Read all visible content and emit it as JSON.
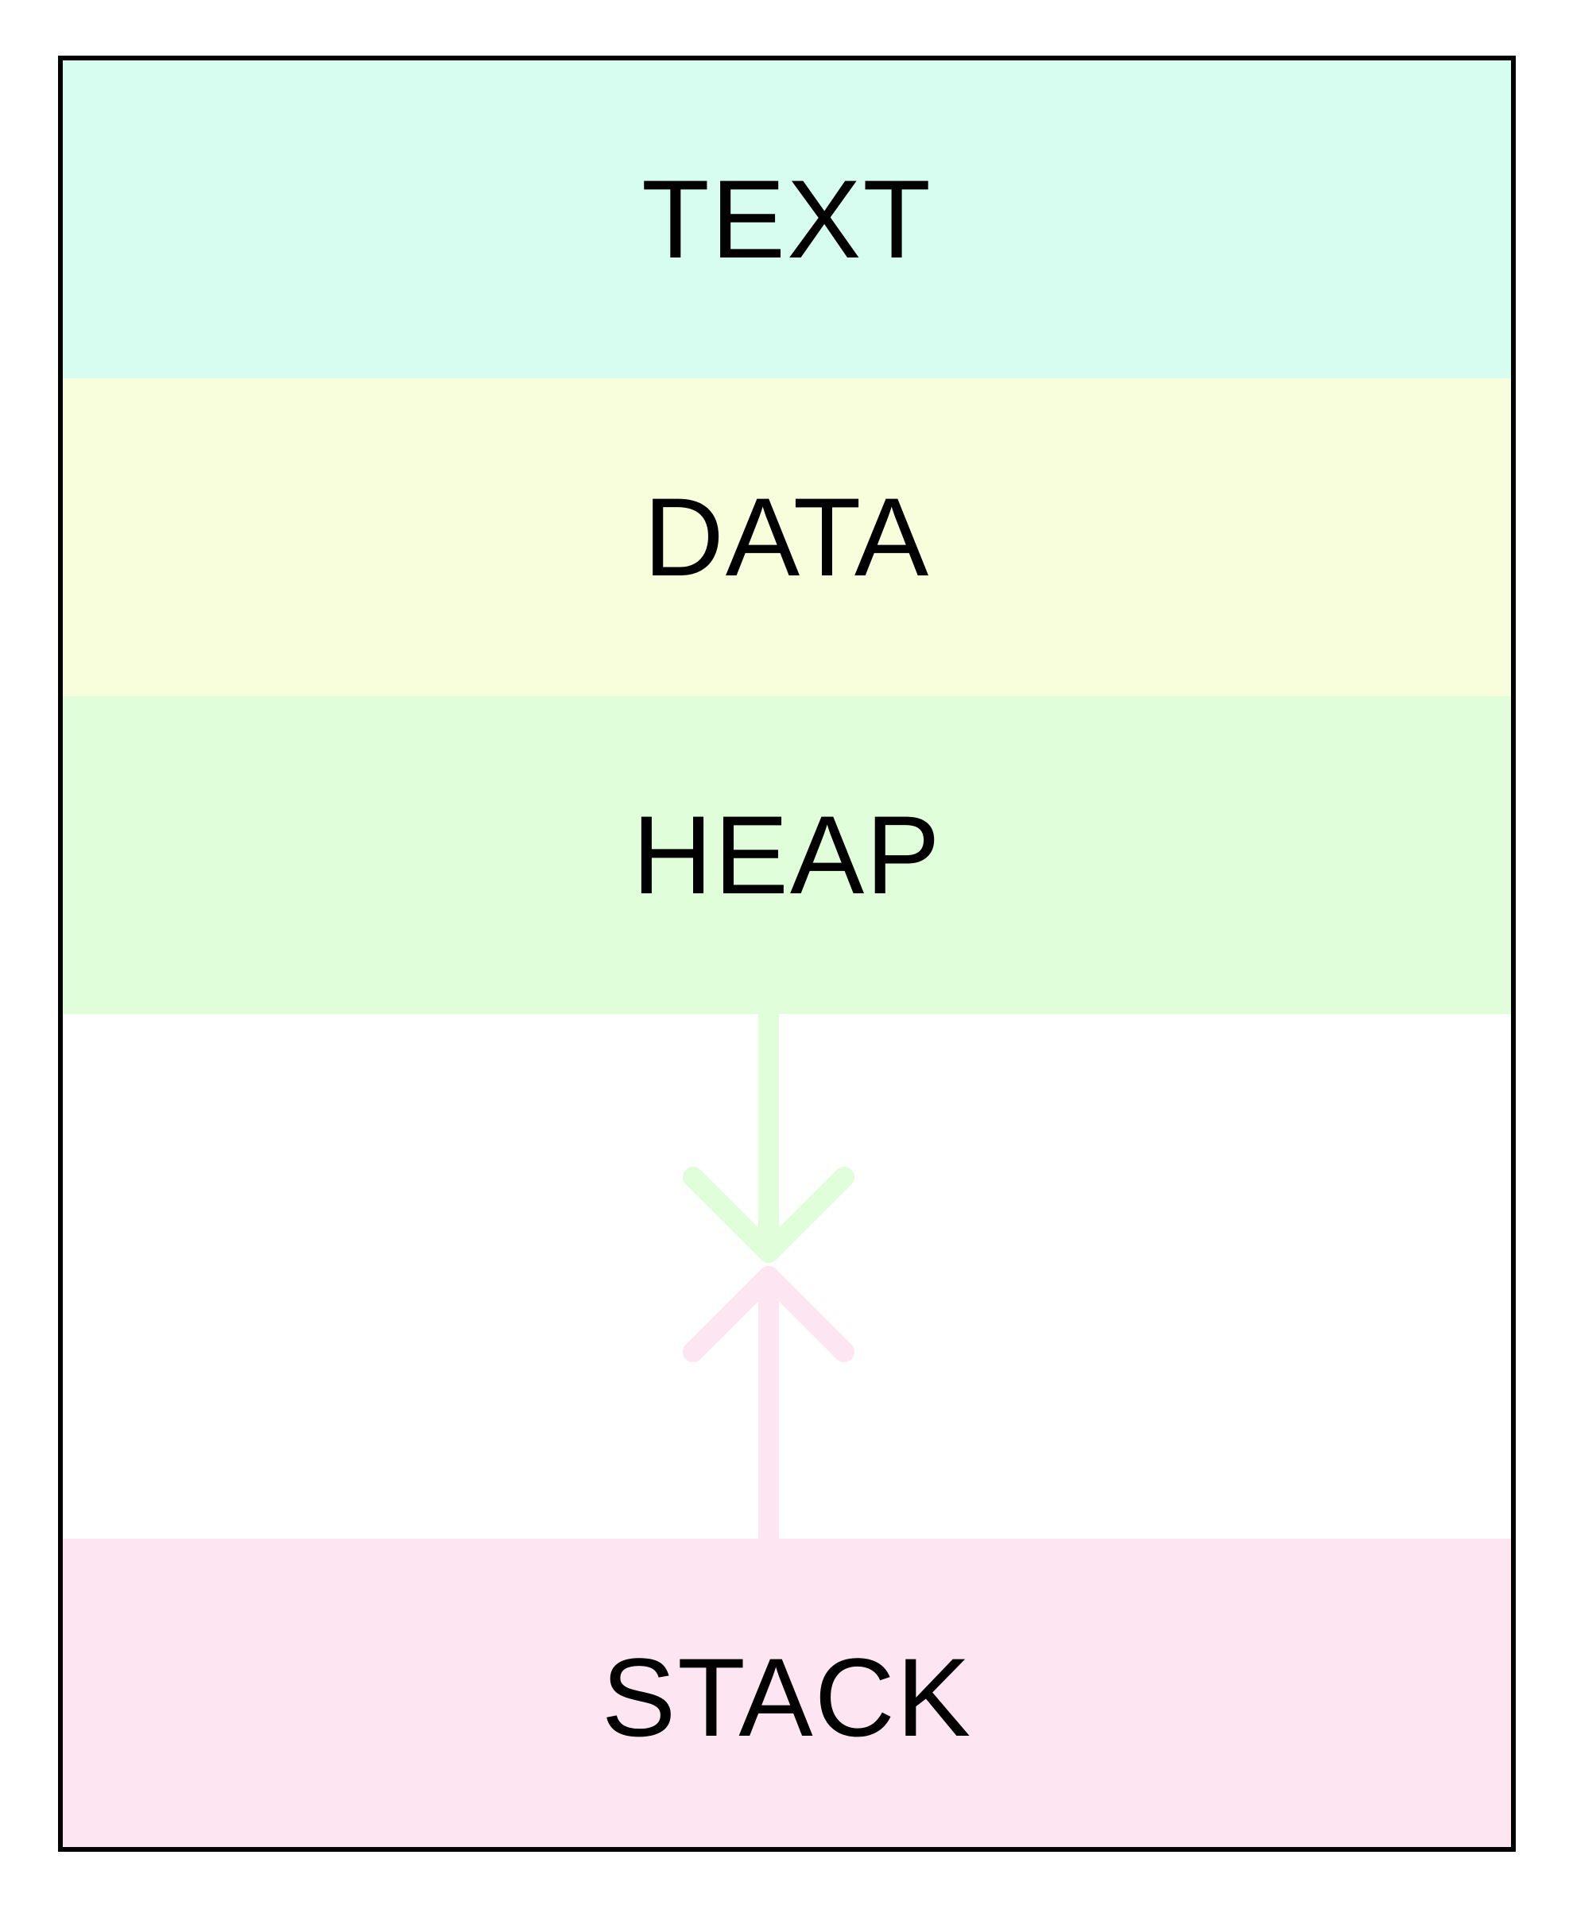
{
  "diagram": {
    "segments": [
      {
        "id": "text",
        "label": "TEXT",
        "color": "#d7fdf0"
      },
      {
        "id": "data",
        "label": "DATA",
        "color": "#f8fedc"
      },
      {
        "id": "heap",
        "label": "HEAP",
        "color": "#e0fed9"
      },
      {
        "id": "free",
        "label": "",
        "color": "#ffffff"
      },
      {
        "id": "stack",
        "label": "STACK",
        "color": "#fde6f2"
      }
    ],
    "arrows": [
      {
        "from": "heap",
        "direction": "down",
        "color": "#e0fed9",
        "icon": "arrow-down-icon"
      },
      {
        "from": "stack",
        "direction": "up",
        "color": "#fde6f2",
        "icon": "arrow-up-icon"
      }
    ],
    "border_color": "#000000"
  }
}
